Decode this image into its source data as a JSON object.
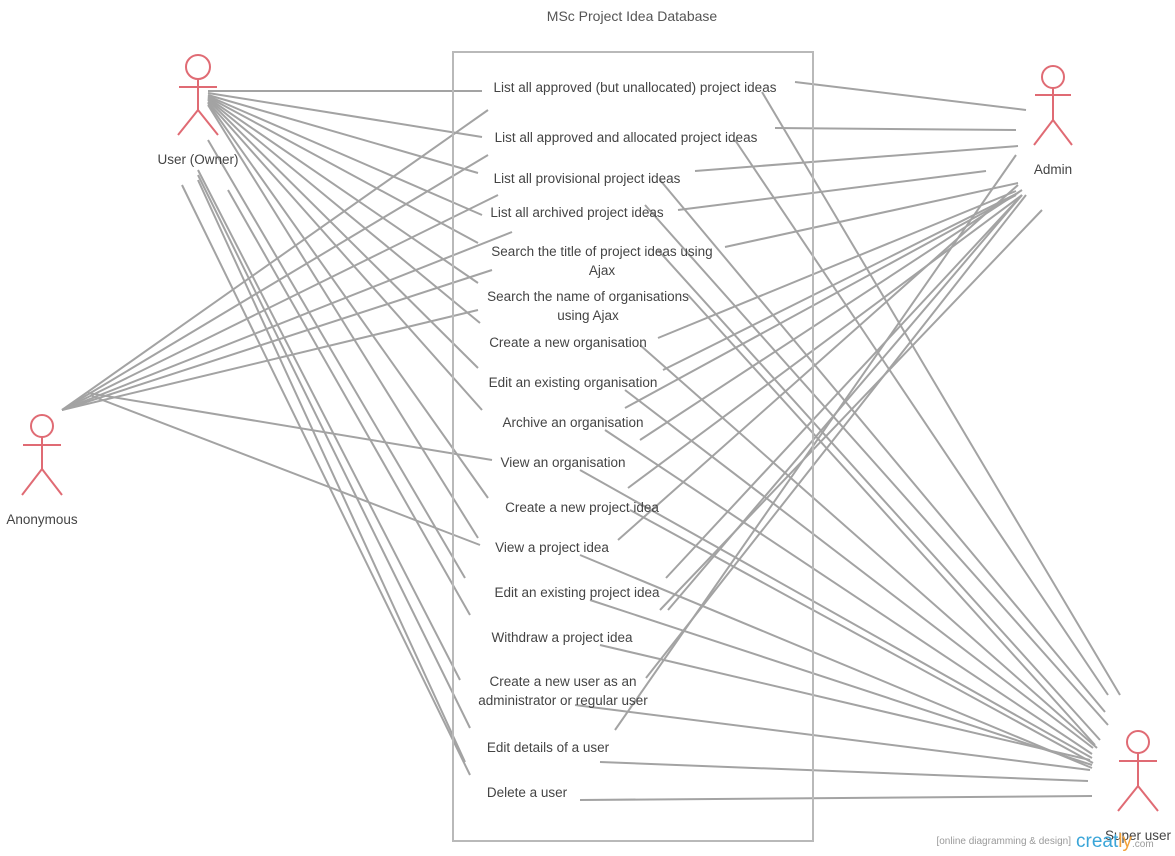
{
  "title": "MSc Project Idea Database",
  "actors": [
    {
      "id": "owner",
      "label": "User (Owner)"
    },
    {
      "id": "admin",
      "label": "Admin"
    },
    {
      "id": "anon",
      "label": "Anonymous"
    },
    {
      "id": "super",
      "label": "Super user"
    }
  ],
  "use_cases": [
    {
      "lines": [
        "List all approved (but unallocated) project ideas"
      ]
    },
    {
      "lines": [
        "List all approved and allocated project ideas"
      ]
    },
    {
      "lines": [
        "List all provisional project ideas"
      ]
    },
    {
      "lines": [
        "List all archived project ideas"
      ]
    },
    {
      "lines": [
        "Search the title of project ideas using",
        "Ajax"
      ]
    },
    {
      "lines": [
        "Search the name of organisations",
        "using Ajax"
      ]
    },
    {
      "lines": [
        "Create a new organisation"
      ]
    },
    {
      "lines": [
        "Edit an existing organisation"
      ]
    },
    {
      "lines": [
        "Archive an organisation"
      ]
    },
    {
      "lines": [
        "View an organisation"
      ]
    },
    {
      "lines": [
        "Create a new project idea"
      ]
    },
    {
      "lines": [
        "View a project idea"
      ]
    },
    {
      "lines": [
        "Edit an existing project idea"
      ]
    },
    {
      "lines": [
        "Withdraw a project idea"
      ]
    },
    {
      "lines": [
        "Create a new user as an",
        "administrator or regular user"
      ]
    },
    {
      "lines": [
        "Edit details of a user"
      ]
    },
    {
      "lines": [
        "Delete a user"
      ]
    }
  ],
  "watermark": {
    "tagline": "[online diagramming & design]",
    "brand_a": "creat",
    "brand_b": "ly",
    "brand_c": ".com"
  },
  "colors": {
    "actor": "#e06b74",
    "line": "#a3a3a3",
    "boundary": "#b9b9b9"
  }
}
